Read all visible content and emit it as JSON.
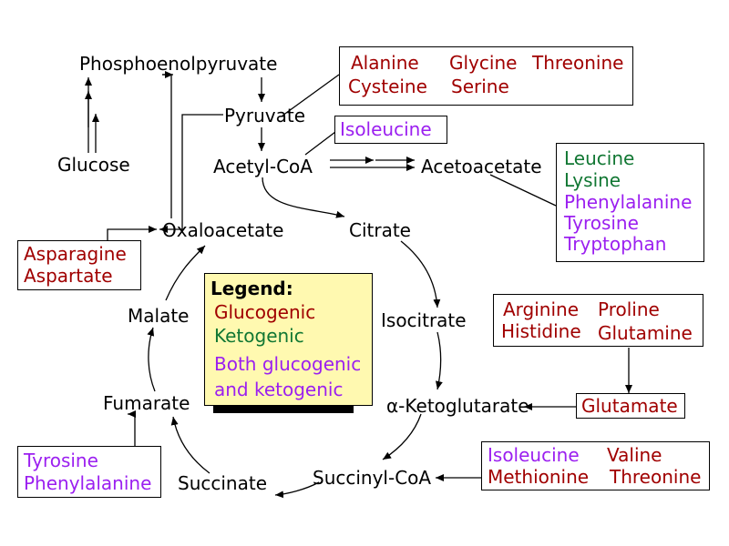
{
  "colors": {
    "glucogenic": "#a00000",
    "ketogenic": "#117733",
    "both": "#9b1ff0",
    "legend_bg": "#fff9b0"
  },
  "metabolites": {
    "pep": "Phosphoenolpyruvate",
    "pyruvate": "Pyruvate",
    "glucose": "Glucose",
    "acetyl_coa": "Acetyl-CoA",
    "acetoacetate": "Acetoacetate",
    "oxaloacetate": "Oxaloacetate",
    "citrate": "Citrate",
    "isocitrate": "Isocitrate",
    "akg": "α-Ketoglutarate",
    "succinyl_coa": "Succinyl-CoA",
    "succinate": "Succinate",
    "fumarate": "Fumarate",
    "malate": "Malate"
  },
  "amino_acid_boxes": {
    "pyruvate_group": {
      "alanine": "Alanine",
      "glycine": "Glycine",
      "threonine": "Threonine",
      "cysteine": "Cysteine",
      "serine": "Serine"
    },
    "acetylcoa_group": {
      "isoleucine": "Isoleucine"
    },
    "acetoacetate_group": {
      "leucine": "Leucine",
      "lysine": "Lysine",
      "phenylalanine": "Phenylalanine",
      "tyrosine": "Tyrosine",
      "tryptophan": "Tryptophan"
    },
    "oxaloacetate_group": {
      "asparagine": "Asparagine",
      "aspartate": "Aspartate"
    },
    "glutamate_group": {
      "arginine": "Arginine",
      "proline": "Proline",
      "histidine": "Histidine",
      "glutamine": "Glutamine"
    },
    "glutamate": "Glutamate",
    "succinylcoa_group": {
      "isoleucine": "Isoleucine",
      "valine": "Valine",
      "methionine": "Methionine",
      "threonine": "Threonine"
    },
    "fumarate_group": {
      "tyrosine": "Tyrosine",
      "phenylalanine": "Phenylalanine"
    }
  },
  "legend": {
    "title": "Legend:",
    "glucogenic": "Glucogenic",
    "ketogenic": "Ketogenic",
    "both_line1": "Both glucogenic",
    "both_line2": "and ketogenic"
  }
}
